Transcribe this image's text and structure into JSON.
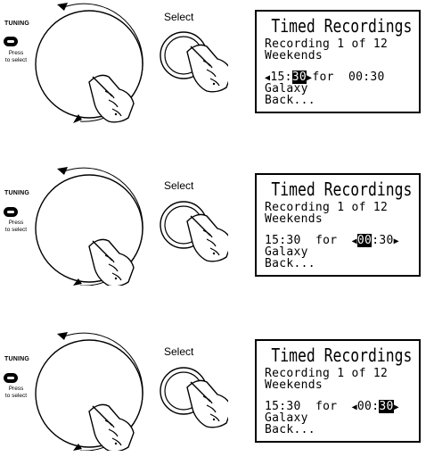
{
  "labels": {
    "tuning": "TUNING",
    "press_line1": "Press",
    "press_line2": "to select",
    "select": "Select"
  },
  "display": {
    "title": "Timed Recordings",
    "line1": "Recording 1 of 12",
    "line2": "Weekends",
    "station": "Galaxy",
    "back": "Back..."
  },
  "steps": [
    {
      "start_h": "15",
      "start_m": "30",
      "for_word": "for",
      "dur_h": "00",
      "dur_m": "30",
      "highlight": "start_m"
    },
    {
      "start_h": "15",
      "start_m": "30",
      "for_word": "for",
      "dur_h": "00",
      "dur_m": "30",
      "highlight": "dur_h"
    },
    {
      "start_h": "15",
      "start_m": "30",
      "for_word": "for",
      "dur_h": "00",
      "dur_m": "30",
      "highlight": "dur_m"
    }
  ]
}
